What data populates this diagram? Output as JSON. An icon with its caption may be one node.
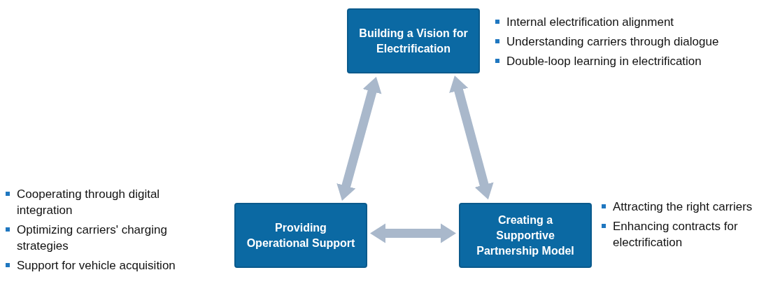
{
  "diagram": {
    "nodes": [
      {
        "text": [
          "Building a Vision for Electrification"
        ],
        "beside": [
          "Internal electrification alignment",
          "Understanding carriers through dialogue",
          "Double-loop learning in electrification"
        ]
      },
      {
        "text": [
          "Providing Operational Support"
        ],
        "beside": [
          "Cooperating through digital integration",
          "Optimizing carriers' charging strategies",
          "Support for vehicle acquisition"
        ]
      },
      {
        "text": [
          "Creating a Supportive Partnership Model"
        ],
        "beside": [
          "Attracting the right carriers",
          "Enhancing contracts for electrification"
        ]
      }
    ],
    "edges": [
      {
        "from": 0,
        "to": 1,
        "arrow": "both"
      },
      {
        "from": 0,
        "to": 2,
        "arrow": "both"
      },
      {
        "from": 1,
        "to": 2,
        "arrow": "both"
      }
    ]
  }
}
